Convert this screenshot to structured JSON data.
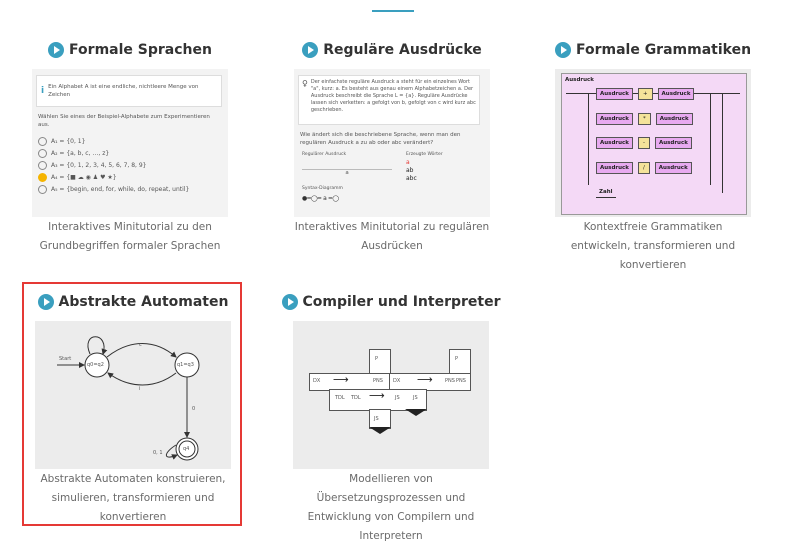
{
  "colors": {
    "accent": "#3a9fbf",
    "highlight": "#e53935"
  },
  "cards": [
    {
      "title": "Formale Sprachen",
      "desc": "Interaktives Minitutorial zu den Grundbegriffen formaler Sprachen"
    },
    {
      "title": "Reguläre Ausdrücke",
      "desc": "Interaktives Minitutorial zu regulären Ausdrücken"
    },
    {
      "title": "Formale Grammatiken",
      "desc": "Kontextfreie Grammatiken entwickeln, transformieren und konvertieren"
    },
    {
      "title": "Abstrakte Automaten",
      "desc": "Abstrakte Automaten konstruieren, simulieren, transformieren und konvertieren"
    },
    {
      "title": "Compiler und Interpreter",
      "desc": "Modellieren von Übersetzungsprozessen und Entwicklung von Compilern und Interpretern"
    }
  ],
  "thumb_fs": {
    "info": "Ein Alphabet A ist eine endliche, nichtleere Menge von Zeichen",
    "question": "Wählen Sie eines der Beispiel-Alphabete zum Experimentieren aus.",
    "options": [
      "A₁ = {0, 1}",
      "A₂ = {a, b, c, …, z}",
      "A₃ = {0, 1, 2, 3, 4, 5, 6, 7, 8, 9}",
      "A₄ = {■ ☁ ◉ ♟ ♥ ★}",
      "A₅ = {begin, end, for, while, do, repeat, until}"
    ]
  },
  "thumb_ra": {
    "box": "Der einfachste reguläre Ausdruck a steht für ein einzelnes Wort \"a\", kurz: a. Es besteht aus genau einem Alphabetzeichen a. Der Ausdruck beschreibt die Sprache L = {a}. Reguläre Ausdrücke lassen sich verketten: a gefolgt von b, gefolgt von c wird kurz abc geschrieben.",
    "question": "Wie ändert sich die beschriebene Sprache, wenn man den regulären Ausdruck a zu ab oder abc verändert?",
    "col1": "Regulärer Ausdruck",
    "col2": "Erzeugte Wörter",
    "expr": "a",
    "words": [
      "a",
      "ab",
      "abc"
    ],
    "diagram_label": "Syntax-Diagramm"
  },
  "thumb_fg": {
    "title": "Ausdruck",
    "rows": [
      {
        "left": "Ausdruck",
        "op": "+",
        "right": "Ausdruck"
      },
      {
        "left": "Ausdruck",
        "op": "*",
        "right": "Ausdruck"
      },
      {
        "left": "Ausdruck",
        "op": "-",
        "right": "Ausdruck"
      },
      {
        "left": "Ausdruck",
        "op": "/",
        "right": "Ausdruck"
      }
    ],
    "last": "Zahl"
  },
  "thumb_aa": {
    "start": "Start",
    "q0": "q0=q2",
    "q1": "q1=q3",
    "q4": "q4",
    "lbl_top": "c",
    "lbl_bottom": "i",
    "lbl_right": "0",
    "lbl_loop": "0, 1"
  },
  "thumb_ci": {
    "labels": [
      "P",
      "DX",
      "PNS",
      "DX",
      "PNS",
      "PNS",
      "P",
      "TDL",
      "TDL",
      "JS",
      "JS",
      "JS"
    ]
  }
}
